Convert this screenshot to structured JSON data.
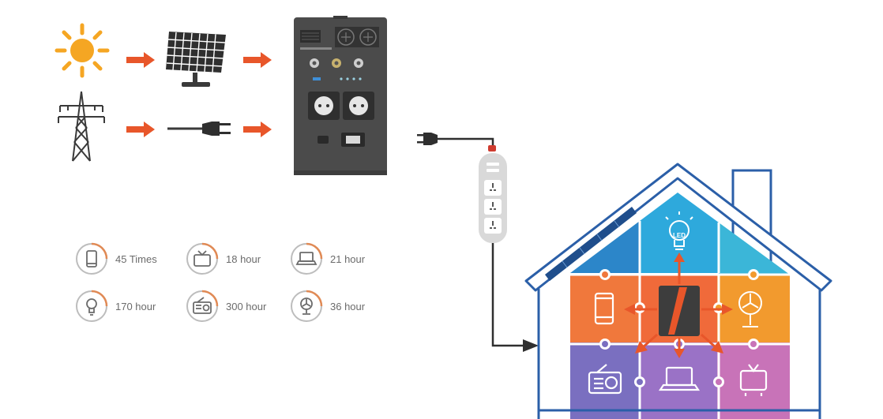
{
  "colors": {
    "arrow": "#e8562a",
    "sun": "#f5a623",
    "device": "#4a4a4a",
    "house_outline": "#2b5fa8",
    "stat_ring_gray": "#bdbdbd",
    "stat_ring_orange": "#e08a55",
    "piece_top_left": "#2c86c9",
    "piece_top_mid": "#2ea9dc",
    "piece_top_right": "#3bb6d8",
    "piece_mid_left": "#f0783c",
    "piece_mid_center": "#f06a3a",
    "piece_mid_right": "#f29a2e",
    "piece_bot_left": "#7a6fc0",
    "piece_bot_center": "#9a72c6",
    "piece_bot_right": "#c873b8"
  },
  "icons": {
    "sources": [
      "sun-icon",
      "solar-panel-icon",
      "power-tower-icon",
      "power-plug-icon"
    ],
    "house": [
      "led-bulb-icon",
      "phone-icon",
      "fan-icon",
      "radio-icon",
      "laptop-icon",
      "tv-icon"
    ]
  },
  "stats": [
    {
      "icon": "phone-icon",
      "label": "45 Times"
    },
    {
      "icon": "tv-icon",
      "label": "18 hour"
    },
    {
      "icon": "laptop-icon",
      "label": "21 hour"
    },
    {
      "icon": "bulb-icon",
      "label": "170 hour"
    },
    {
      "icon": "radio-icon",
      "label": "300 hour"
    },
    {
      "icon": "fan-icon",
      "label": "36 hour"
    }
  ],
  "house": {
    "led_label": "LED"
  }
}
